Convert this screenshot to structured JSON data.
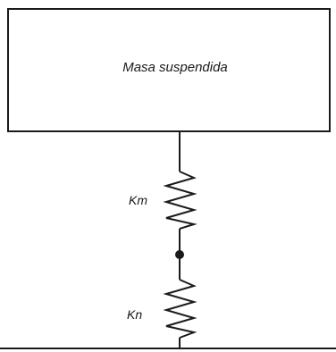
{
  "mass": {
    "label": "Masa suspendida"
  },
  "springs": {
    "upper_label": "Km",
    "lower_label": "Kn"
  },
  "colors": {
    "stroke": "#1a1a1a",
    "background": "#ffffff"
  }
}
